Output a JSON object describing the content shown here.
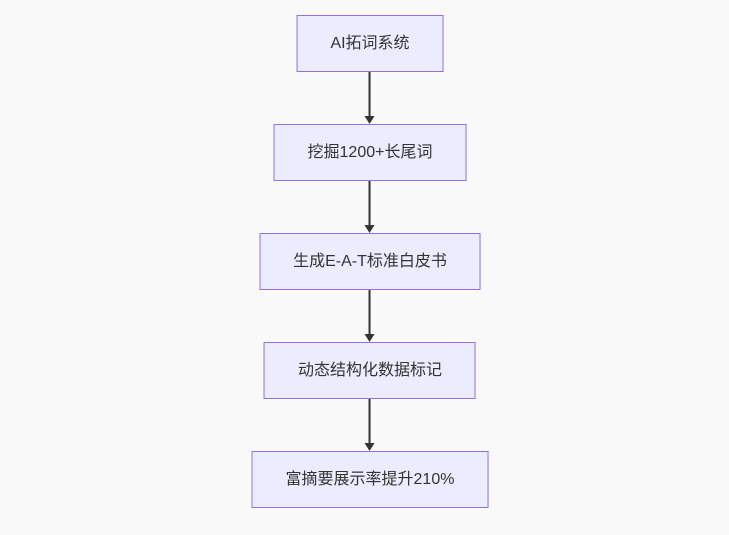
{
  "diagram": {
    "type": "flowchart",
    "direction": "top-down",
    "nodes": [
      {
        "id": "n1",
        "label": "AI拓词系统"
      },
      {
        "id": "n2",
        "label": "挖掘1200+长尾词"
      },
      {
        "id": "n3",
        "label": "生成E-A-T标准白皮书"
      },
      {
        "id": "n4",
        "label": "动态结构化数据标记"
      },
      {
        "id": "n5",
        "label": "富摘要展示率提升210%"
      }
    ],
    "edges": [
      {
        "from": "n1",
        "to": "n2"
      },
      {
        "from": "n2",
        "to": "n3"
      },
      {
        "from": "n3",
        "to": "n4"
      },
      {
        "from": "n4",
        "to": "n5"
      }
    ],
    "colors": {
      "background": "#f9f9f9",
      "node_fill": "#ECECFF",
      "node_border": "#9370DB",
      "text": "#333333",
      "arrow": "#333333"
    }
  }
}
